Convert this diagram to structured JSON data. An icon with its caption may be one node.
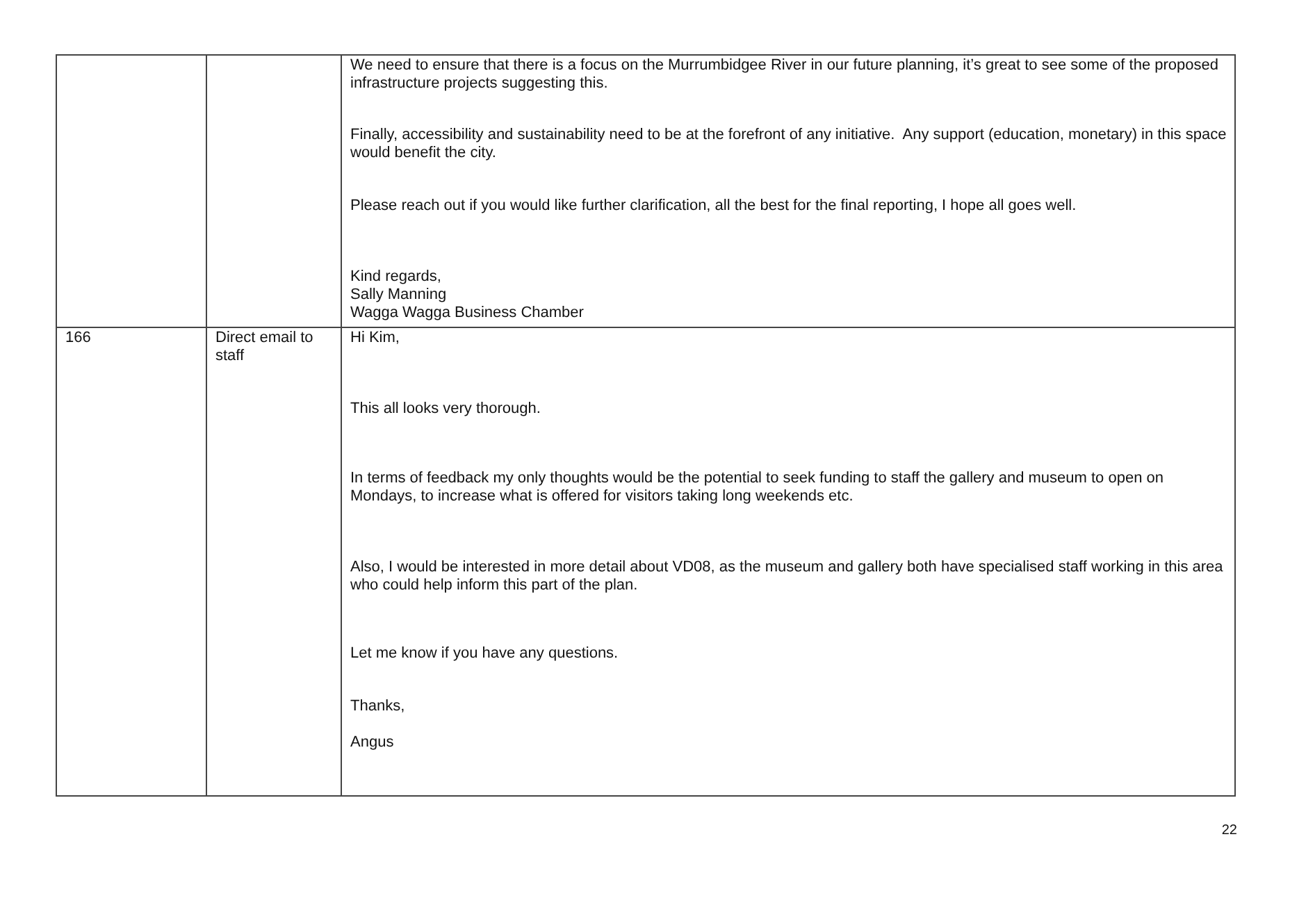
{
  "diagram": {
    "labels": [
      "We need to ensure that there is a focus on the Murrumbidgee River in our future planning, it’s great to see some of the proposed infrastructure projects suggesting this.",
      "Finally, accessibility and sustainability need to be at the forefront of any initiative.  Any support (education, monetary) in this space would benefit the city.",
      "Please reach out if you would like further clarification, all the best for the final reporting, I hope all goes well.",
      "Kind regards,",
      "Sally Manning",
      "Wagga Wagga Business Chamber",
      "166",
      "Direct email to staff",
      "Hi Kim,",
      "This all looks very thorough.",
      "In terms of feedback my only thoughts would be the potential to seek funding to staff the gallery and museum to open on Mondays, to increase what is offered for visitors taking long weekends etc.",
      "Also, I would be interested in more detail about VD08, as the museum and gallery both have specialised staff working in this area who could help inform this part of the plan.",
      "Let me know if you have any questions.",
      "Thanks,",
      "Angus",
      "22"
    ]
  }
}
